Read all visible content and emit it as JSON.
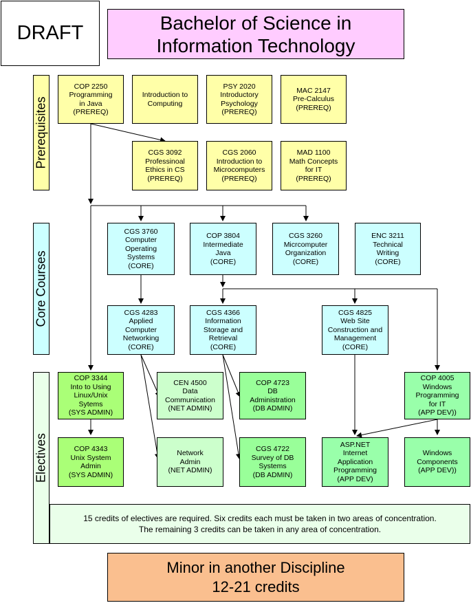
{
  "draft_label": "DRAFT",
  "title": {
    "line1": "Bachelor of Science in",
    "line2": "Information Technology"
  },
  "sections": {
    "prerequisites": "Prerequisites",
    "core": "Core Courses",
    "electives": "Electives"
  },
  "courses": {
    "cop2250": [
      "COP 2250",
      "Programming",
      "in Java",
      "(PREREQ)"
    ],
    "intro_computing": [
      "Introduction to",
      "Computing"
    ],
    "psy2020": [
      "PSY 2020",
      "Introductory",
      "Psychology",
      "(PREREQ)"
    ],
    "mac2147": [
      "MAC 2147",
      "Pre-Calculus",
      "(PREREQ)"
    ],
    "cgs3092": [
      "CGS 3092",
      "Professinoal",
      "Ethics in CS",
      "(PREREQ)"
    ],
    "cgs2060": [
      "CGS 2060",
      "Introduction to",
      "Microcomputers",
      "(PREREQ)"
    ],
    "mad1100": [
      "MAD 1100",
      "Math Concepts",
      "for IT",
      "(PREREQ)"
    ],
    "cgs3760": [
      "CGS 3760",
      "Computer",
      "Operating",
      "Systems",
      "(CORE)"
    ],
    "cop3804": [
      "COP 3804",
      "Intermediate",
      "Java",
      "(CORE)"
    ],
    "cgs3260": [
      "CGS 3260",
      "Micrcomputer",
      "Organization",
      "(CORE)"
    ],
    "enc3211": [
      "ENC 3211",
      "Technical",
      "Writing",
      "(CORE)"
    ],
    "cgs4283": [
      "CGS 4283",
      "Applied",
      "Computer",
      "Networking",
      "(CORE)"
    ],
    "cgs4366": [
      "CGS 4366",
      "Information",
      "Storage and",
      "Retrieval",
      "(CORE)"
    ],
    "cgs4825": [
      "CGS 4825",
      "Web Site",
      "Construction and",
      "Management",
      "(CORE)"
    ],
    "cop3344": [
      "COP 3344",
      "Into to Using",
      "Linux/Unix",
      "Sytems",
      "(SYS ADMIN)"
    ],
    "cen4500": [
      "CEN 4500",
      "Data",
      "Communication",
      "(NET ADMIN)"
    ],
    "cop4723": [
      "COP 4723",
      "DB",
      "Administration",
      "(DB ADMIN)"
    ],
    "cop4005": [
      "COP 4005",
      "Windows",
      "Programming",
      "for IT",
      "(APP DEV))"
    ],
    "cop4343": [
      "COP 4343",
      "Unix System",
      "Admin",
      "(SYS ADMIN)"
    ],
    "network_admin": [
      "Network",
      "Admin",
      "(NET ADMIN)"
    ],
    "cgs4722": [
      "CGS 4722",
      "Survey of DB",
      "Systems",
      "(DB ADMIN)"
    ],
    "aspnet": [
      "ASP.NET",
      "Internet",
      "Application",
      "Programming",
      "(APP DEV)"
    ],
    "win_components": [
      "Windows",
      "Components",
      "(APP DEV))"
    ]
  },
  "electives_note": {
    "line1": "15 credits of electives are required. Six credits each must be taken in two areas of concentration.",
    "line2": "The remaining 3 credits can be taken in any area of concentration."
  },
  "minor": {
    "line1": "Minor in another Discipline",
    "line2": "12-21 credits"
  },
  "colors": {
    "title_bg": "#ffccff",
    "prereq_bg": "#ffffa8",
    "core_bg": "#ccffff",
    "sysadmin_bg": "#aaff77",
    "netadmin_bg": "#ccffcc",
    "dbadmin_bg": "#99ff99",
    "appdev_bg": "#99ffaa",
    "note_bg": "#eaffea",
    "minor_bg": "#fabf8f"
  }
}
